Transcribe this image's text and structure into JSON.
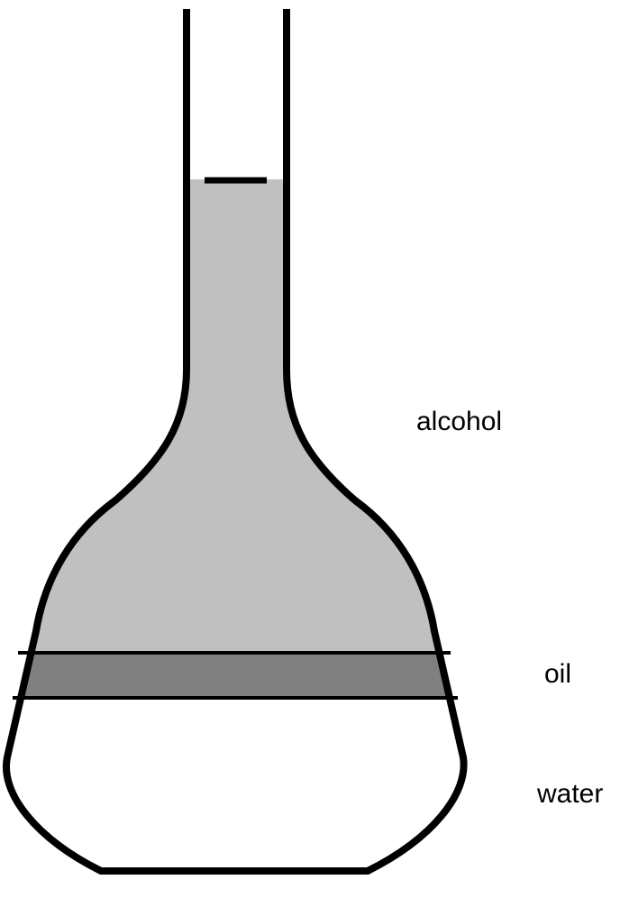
{
  "diagram": {
    "layers": [
      {
        "id": "alcohol",
        "label": "alcohol",
        "color": "#c0c0c0"
      },
      {
        "id": "oil",
        "label": "oil",
        "color": "#808080"
      },
      {
        "id": "water",
        "label": "water",
        "color": "#ffffff"
      }
    ],
    "outline_color": "#000000"
  }
}
